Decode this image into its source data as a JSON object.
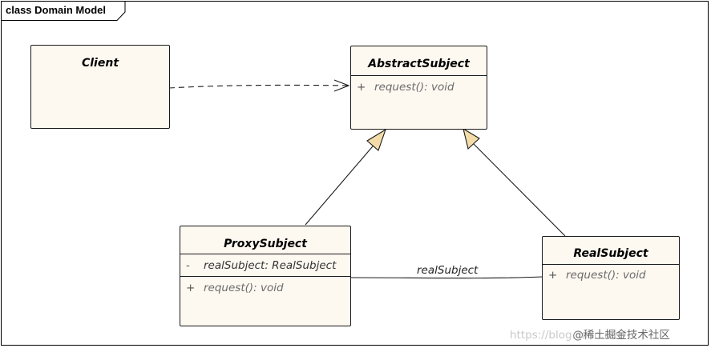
{
  "frame": {
    "title": "class Domain Model"
  },
  "classes": {
    "client": {
      "name": "Client"
    },
    "abstract_subject": {
      "name": "AbstractSubject",
      "operations": [
        {
          "visibility": "+",
          "text": "request(): void"
        }
      ]
    },
    "proxy_subject": {
      "name": "ProxySubject",
      "attributes": [
        {
          "visibility": "-",
          "text": "realSubject: RealSubject"
        }
      ],
      "operations": [
        {
          "visibility": "+",
          "text": "request(): void"
        }
      ]
    },
    "real_subject": {
      "name": "RealSubject",
      "operations": [
        {
          "visibility": "+",
          "text": "request(): void"
        }
      ]
    }
  },
  "relations": {
    "association_label": "realSubject"
  },
  "watermark": {
    "url": "https://blog.csdn.net/",
    "brand": "@稀土掘金技术社区"
  },
  "colors": {
    "class_fill": "#fdf8f0",
    "arrow_fill": "#f3dca8",
    "line": "#1a1a1a"
  }
}
